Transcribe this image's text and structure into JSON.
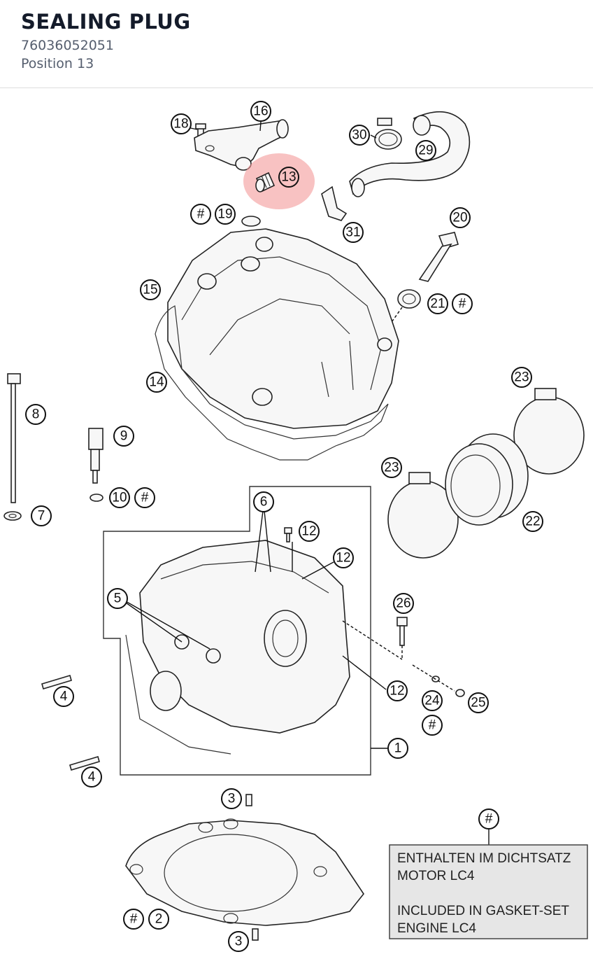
{
  "header": {
    "title": "SEALING PLUG",
    "part_number": "76036052051",
    "position": "Position 13"
  },
  "highlight": {
    "position_label": "13",
    "color": "#f39a9a"
  },
  "callouts": [
    {
      "label": "18"
    },
    {
      "label": "16"
    },
    {
      "label": "30"
    },
    {
      "label": "29"
    },
    {
      "label": "13"
    },
    {
      "label": "#"
    },
    {
      "label": "19"
    },
    {
      "label": "31"
    },
    {
      "label": "20"
    },
    {
      "label": "15"
    },
    {
      "label": "21"
    },
    {
      "label": "#"
    },
    {
      "label": "14"
    },
    {
      "label": "8"
    },
    {
      "label": "9"
    },
    {
      "label": "23"
    },
    {
      "label": "23"
    },
    {
      "label": "22"
    },
    {
      "label": "10"
    },
    {
      "label": "#"
    },
    {
      "label": "7"
    },
    {
      "label": "6"
    },
    {
      "label": "12"
    },
    {
      "label": "12"
    },
    {
      "label": "5"
    },
    {
      "label": "26"
    },
    {
      "label": "12"
    },
    {
      "label": "4"
    },
    {
      "label": "24"
    },
    {
      "label": "25"
    },
    {
      "label": "#"
    },
    {
      "label": "1"
    },
    {
      "label": "4"
    },
    {
      "label": "3"
    },
    {
      "label": "#"
    },
    {
      "label": "#"
    },
    {
      "label": "2"
    },
    {
      "label": "3"
    }
  ],
  "note": {
    "callout": "#",
    "line1": "ENTHALTEN IM DICHTSATZ",
    "line2": "MOTOR LC4",
    "line3": "INCLUDED IN GASKET-SET",
    "line4": "ENGINE LC4"
  }
}
